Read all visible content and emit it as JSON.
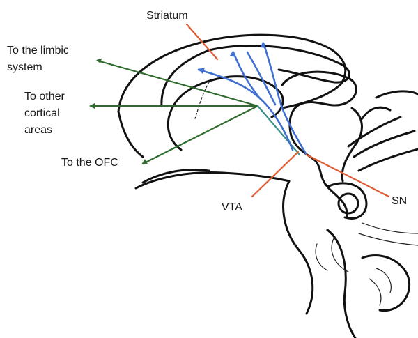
{
  "labels": {
    "striatum": "Striatum",
    "limbic_line1": "To the limbic",
    "limbic_line2": "system",
    "cortical_line1": "To other",
    "cortical_line2": "cortical",
    "cortical_line3": "areas",
    "ofc": "To the OFC",
    "vta": "VTA",
    "sn": "SN"
  },
  "colors": {
    "outline": "#111111",
    "projection_green": "#2f6b2f",
    "pathway_blue": "#3f6fd0",
    "pointer_red": "#e05a32",
    "teal_branch": "#3a8f8a"
  }
}
